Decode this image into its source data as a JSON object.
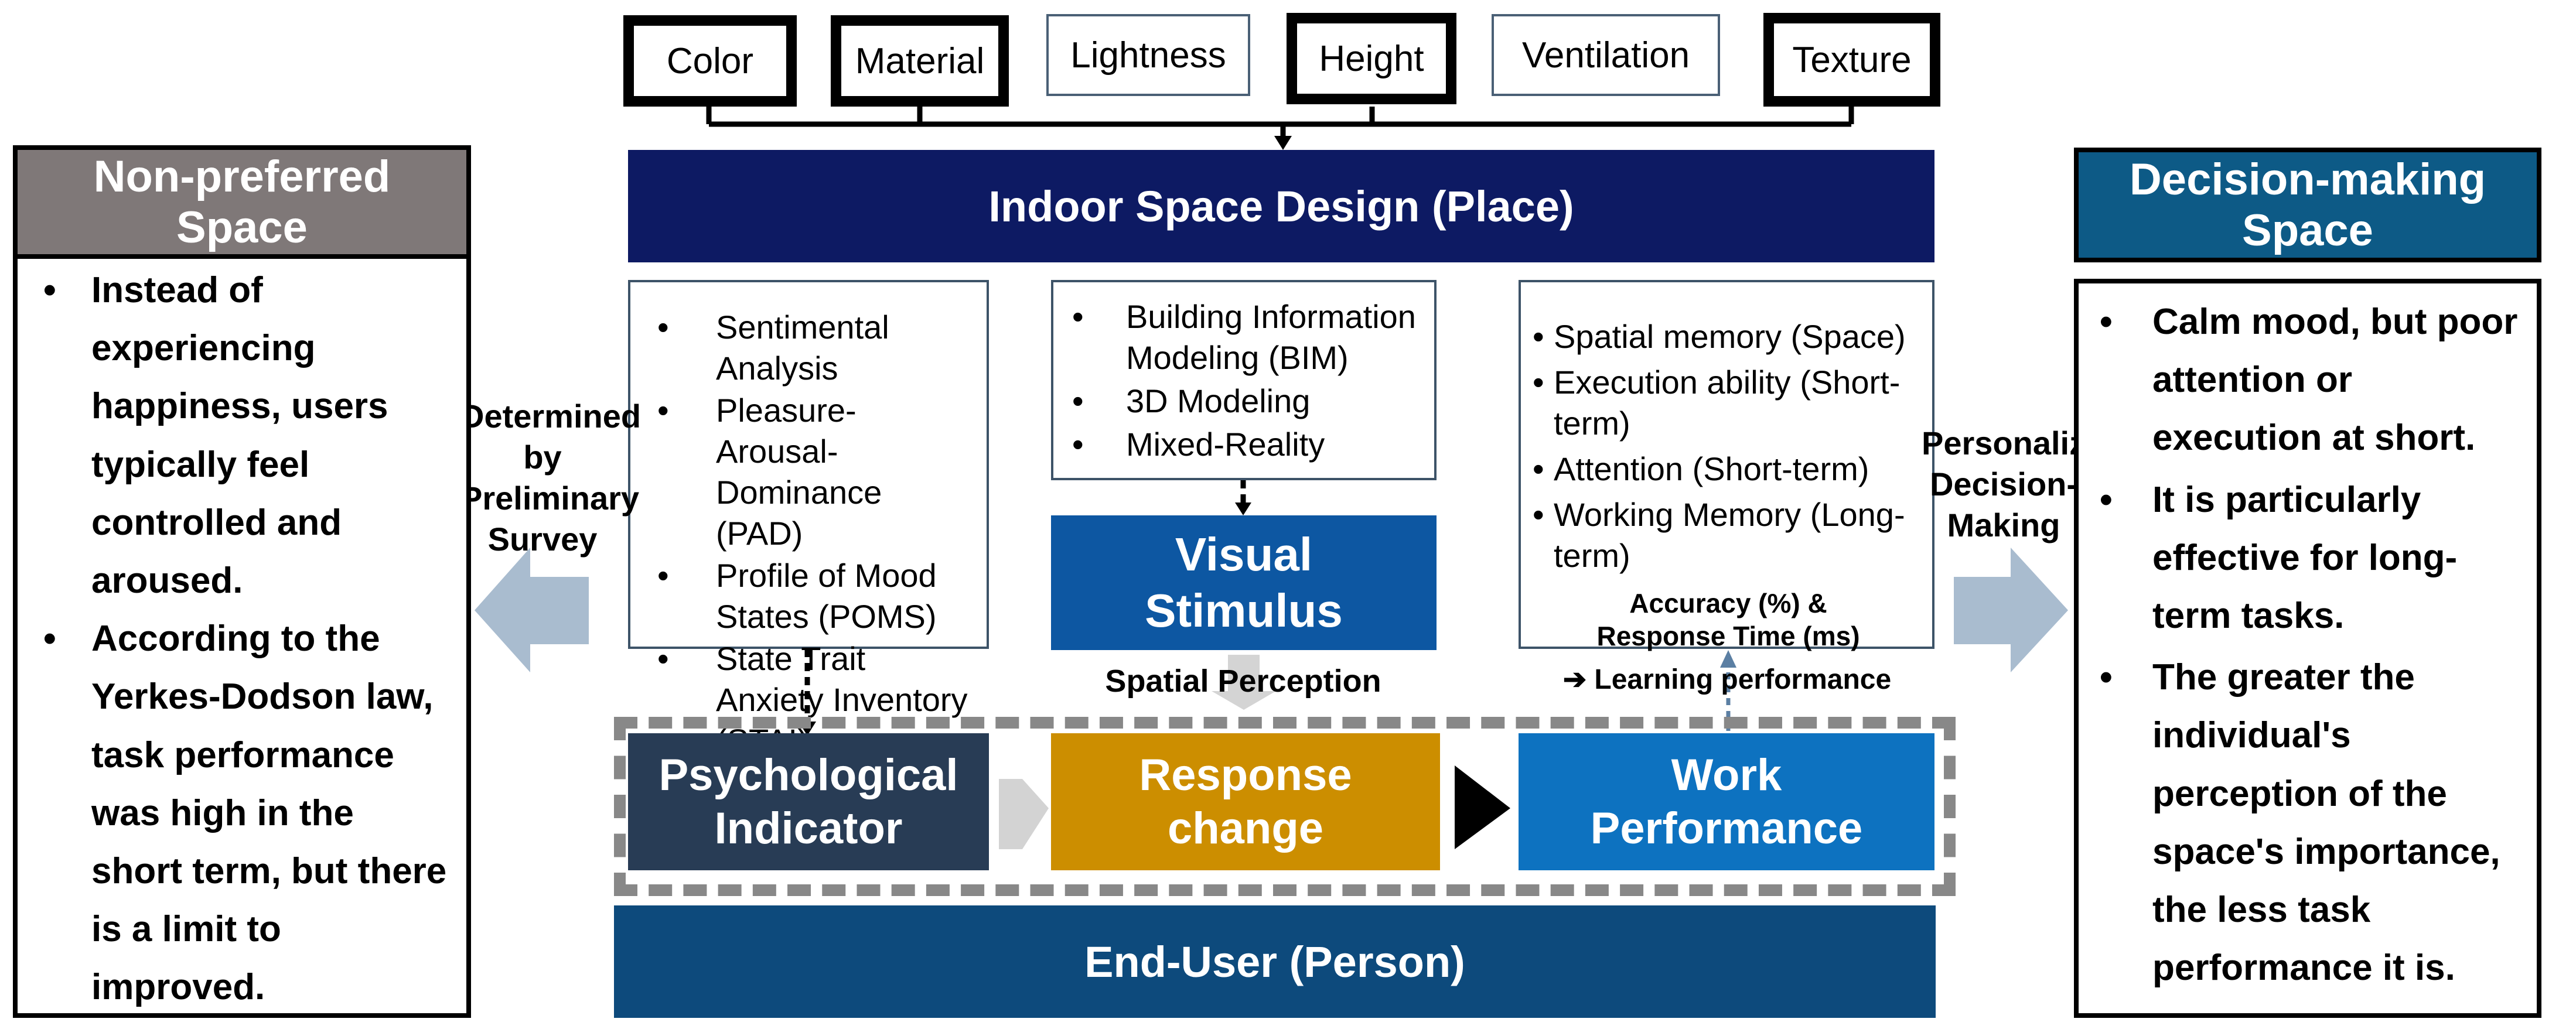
{
  "attributes": [
    "Color",
    "Material",
    "Lightness",
    "Height",
    "Ventilation",
    "Texture"
  ],
  "indoor_design": "Indoor Space Design (Place)",
  "end_user": "End-User (Person)",
  "psych_methods": [
    "Sentimental Analysis",
    "Pleasure-Arousal-Dominance (PAD)",
    "Profile of Mood States (POMS)",
    "State Trait Anxiety Inventory (STAI)"
  ],
  "modeling_methods": [
    "Building Information Modeling (BIM)",
    "3D Modeling",
    "Mixed-Reality"
  ],
  "cognitive_measures": [
    "Spatial memory (Space)",
    "Execution ability (Short-term)",
    "Attention (Short-term)",
    "Working Memory (Long-term)"
  ],
  "visual_stimulus": "Visual Stimulus",
  "spatial_perception": "Spatial Perception",
  "accuracy_label": "Accuracy (%) & Response Time (ms)",
  "learning_label": "➔ Learning performance",
  "nodes": {
    "psych": "Psychological Indicator",
    "response": "Response change",
    "work": "Work Performance"
  },
  "left_label": "Determined by Preliminary Survey",
  "right_label": "Personalized Decision-Making",
  "left_panel": {
    "title": "Non-preferred Space",
    "items": [
      "Instead of experiencing happiness, users typically feel controlled and aroused.",
      "According to the Yerkes-Dodson law, task performance was high in the short term, but there is a limit to improved."
    ]
  },
  "right_panel": {
    "title": "Decision-making Space",
    "items": [
      "Calm mood, but poor attention or execution at short.",
      "It is particularly effective for long-term tasks.",
      "The greater the individual's perception of the space's importance, the less task performance it is."
    ]
  },
  "colors": {
    "navy": "#0d1a63",
    "end_user_blue": "#0d4a7c",
    "stimulus_blue": "#0d57a2",
    "psych_dark": "#283c55",
    "response_gold": "#cc8e00",
    "work_blue": "#0d72c0",
    "left_header_gray": "#7f7878",
    "right_header_blue": "#0d5a86",
    "arrow_light": "#a9bccf"
  }
}
